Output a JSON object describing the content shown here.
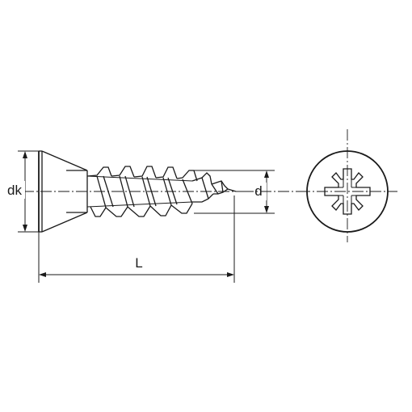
{
  "dimensions": {
    "head_diameter_label": "dk",
    "thread_diameter_label": "d",
    "length_label": "L"
  },
  "style": {
    "line_color": "#1a1a1a",
    "background": "#ffffff"
  },
  "drive": {
    "type": "pozidriv-cross-icon"
  }
}
